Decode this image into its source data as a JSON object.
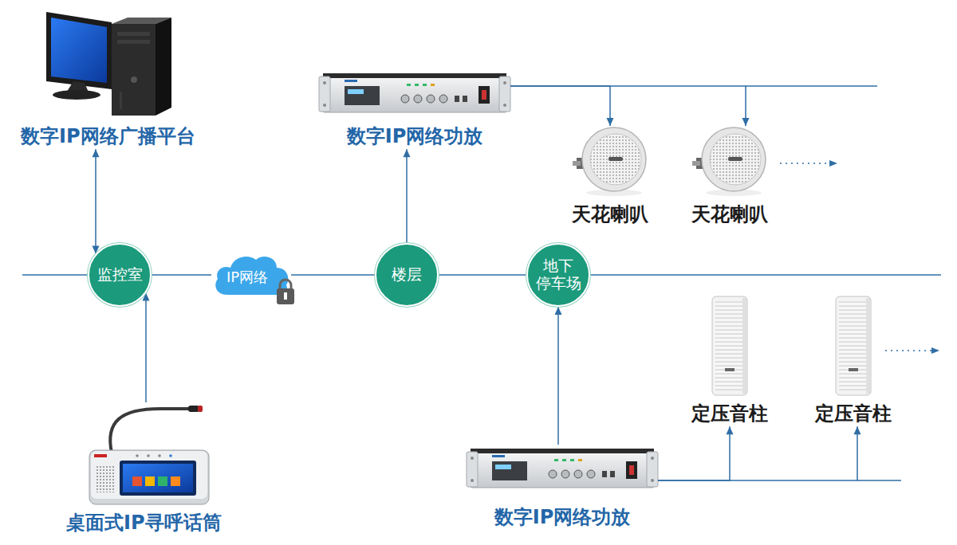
{
  "diagram": {
    "nodes": [
      {
        "text": [
          "数字IP网络广播平台"
        ]
      },
      {
        "text": [
          "数字IP网络功放"
        ]
      },
      {
        "text": [
          "天花喇叭"
        ]
      },
      {
        "text": [
          "天花喇叭"
        ]
      },
      {
        "text": [
          "监控室"
        ]
      },
      {
        "text": [
          "IP网络"
        ]
      },
      {
        "text": [
          "楼层"
        ]
      },
      {
        "text": [
          "地下 停车场"
        ]
      },
      {
        "text": [
          "定压音柱"
        ]
      },
      {
        "text": [
          "定压音柱"
        ]
      },
      {
        "text": [
          "桌面式IP寻呼话筒"
        ]
      },
      {
        "text": [
          "数字IP网络功放"
        ]
      }
    ],
    "edges": [
      {
        "from": 0,
        "to": 4,
        "arrow": "both"
      },
      {
        "from": 10,
        "to": 4,
        "arrow": "to"
      },
      {
        "from": 6,
        "to": 1,
        "arrow": "to"
      },
      {
        "from": 11,
        "to": 7,
        "arrow": "to"
      },
      {
        "from": 1,
        "to": 2,
        "arrow": "to"
      },
      {
        "from": 1,
        "to": 3,
        "arrow": "to"
      },
      {
        "from": 11,
        "to": 8,
        "arrow": "to"
      },
      {
        "from": 11,
        "to": 9,
        "arrow": "to"
      },
      {
        "from": 4,
        "to": 5,
        "arrow": "none"
      },
      {
        "from": 5,
        "to": 6,
        "arrow": "none"
      },
      {
        "from": 6,
        "to": 7,
        "arrow": "none"
      }
    ]
  }
}
